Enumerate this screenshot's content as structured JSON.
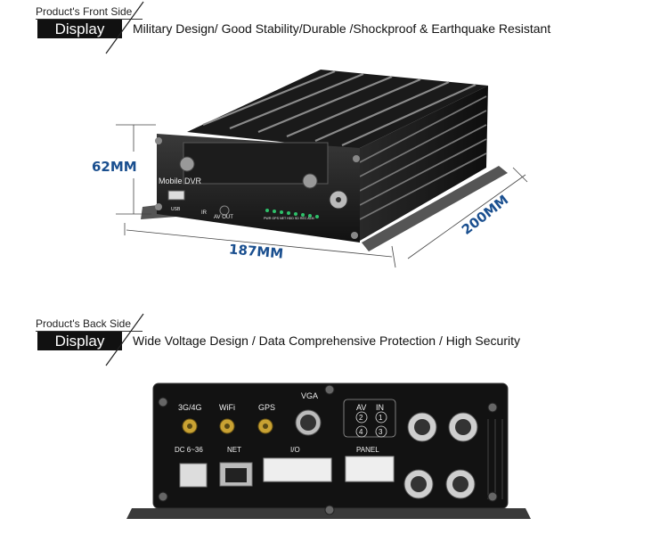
{
  "front": {
    "small_label": "Product's Front Side",
    "badge": "Display",
    "headline": "Military Design/ Good Stability/Durable /Shockproof & Earthquake Resistant",
    "dim_height": "62MM",
    "dim_width": "187MM",
    "dim_depth": "200MM",
    "device_brand": "Mobile DVR",
    "usb_label": "USB",
    "ir_label": "IR",
    "av_out_label": "AV OUT",
    "led_labels": "PWR GPS NET HDD SD REC ALM"
  },
  "back": {
    "small_label": "Product's Back Side",
    "badge": "Display",
    "headline": "Wide Voltage Design / Data Comprehensive Protection / High Security",
    "port_3g4g": "3G/4G",
    "port_wifi": "WiFi",
    "port_gps": "GPS",
    "port_vga": "VGA",
    "port_av": "AV",
    "port_in": "IN",
    "ch1": "1",
    "ch2": "2",
    "ch3": "3",
    "ch4": "4",
    "port_dc": "DC 6~36",
    "port_net": "NET",
    "port_io": "I/O",
    "port_panel": "PANEL"
  }
}
